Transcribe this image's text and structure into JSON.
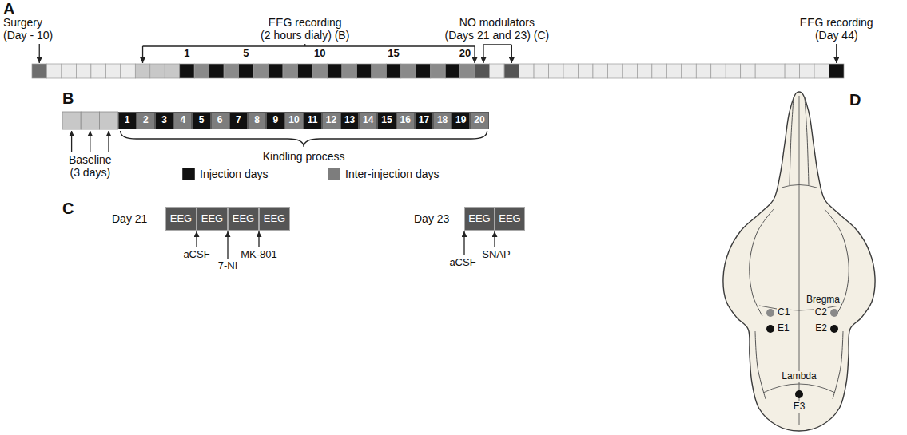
{
  "diagram": {
    "nodes": [
      {
        "text": [
          "1"
        ]
      },
      {
        "text": [
          "2"
        ]
      },
      {
        "text": [
          "3"
        ]
      },
      {
        "text": [
          "4"
        ]
      },
      {
        "text": [
          "5"
        ]
      },
      {
        "text": [
          "6"
        ]
      },
      {
        "text": [
          "7"
        ]
      },
      {
        "text": [
          "8"
        ]
      },
      {
        "text": [
          "9"
        ]
      },
      {
        "text": [
          "10"
        ]
      },
      {
        "text": [
          "11"
        ]
      },
      {
        "text": [
          "12"
        ]
      },
      {
        "text": [
          "13"
        ]
      },
      {
        "text": [
          "14"
        ]
      },
      {
        "text": [
          "15"
        ]
      },
      {
        "text": [
          "16"
        ]
      },
      {
        "text": [
          "17"
        ]
      },
      {
        "text": [
          "18"
        ]
      },
      {
        "text": [
          "19"
        ]
      },
      {
        "text": [
          "20"
        ]
      },
      {
        "text": [
          "EEG"
        ]
      },
      {
        "text": [
          "EEG"
        ]
      },
      {
        "text": [
          "EEG"
        ]
      },
      {
        "text": [
          "EEG"
        ]
      },
      {
        "text": [
          "EEG"
        ]
      },
      {
        "text": [
          "EEG"
        ]
      }
    ],
    "labels": [
      "A",
      "Surgery",
      "(Day - 10)",
      "EEG recording",
      "(2 hours dialy) (B)",
      "NO modulators",
      "(Days 21 and 23) (C)",
      "EEG recording",
      "(Day 44)",
      "1",
      "5",
      "10",
      "15",
      "20",
      "B",
      "Baseline",
      "(3 days)",
      "Kindling process",
      "C",
      "Day 21",
      "aCSF",
      "7-NI",
      "MK-801",
      "Day 23",
      "aCSF",
      "SNAP",
      "D",
      "Bregma",
      "C1",
      "C2",
      "E1",
      "E2",
      "Lambda",
      "E3"
    ],
    "legend": [
      {
        "text": "Injection days",
        "color": "#111111"
      },
      {
        "text": "Inter-injection days",
        "color": "#7d7d7d"
      }
    ]
  }
}
